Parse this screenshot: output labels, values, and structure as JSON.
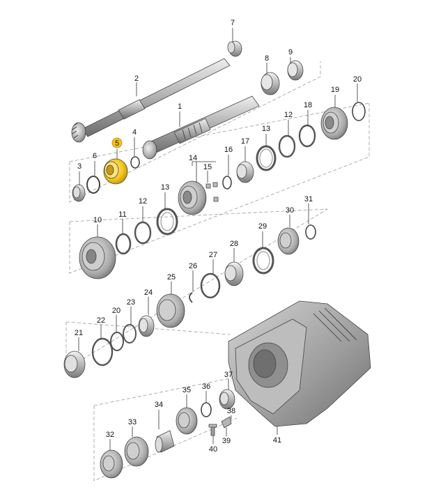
{
  "callouts": [
    {
      "id": "c1",
      "text": "1"
    },
    {
      "id": "c2",
      "text": "2"
    },
    {
      "id": "c3",
      "text": "3"
    },
    {
      "id": "c4",
      "text": "4"
    },
    {
      "id": "c5",
      "text": "5"
    },
    {
      "id": "c6",
      "text": "6"
    },
    {
      "id": "c7",
      "text": "7"
    },
    {
      "id": "c8",
      "text": "8"
    },
    {
      "id": "c9",
      "text": "9"
    },
    {
      "id": "c10",
      "text": "10"
    },
    {
      "id": "c11",
      "text": "11"
    },
    {
      "id": "c12",
      "text": "12"
    },
    {
      "id": "c12b",
      "text": "12"
    },
    {
      "id": "c13",
      "text": "13"
    },
    {
      "id": "c13b",
      "text": "13"
    },
    {
      "id": "c14",
      "text": "14"
    },
    {
      "id": "c15",
      "text": "15"
    },
    {
      "id": "c16",
      "text": "16"
    },
    {
      "id": "c17",
      "text": "17"
    },
    {
      "id": "c18",
      "text": "18"
    },
    {
      "id": "c19",
      "text": "19"
    },
    {
      "id": "c20",
      "text": "20"
    },
    {
      "id": "c20b",
      "text": "20"
    },
    {
      "id": "c21",
      "text": "21"
    },
    {
      "id": "c22",
      "text": "22"
    },
    {
      "id": "c23",
      "text": "23"
    },
    {
      "id": "c24",
      "text": "24"
    },
    {
      "id": "c25",
      "text": "25"
    },
    {
      "id": "c26",
      "text": "26"
    },
    {
      "id": "c27",
      "text": "27"
    },
    {
      "id": "c28",
      "text": "28"
    },
    {
      "id": "c29",
      "text": "29"
    },
    {
      "id": "c30",
      "text": "30"
    },
    {
      "id": "c31",
      "text": "31"
    },
    {
      "id": "c32",
      "text": "32"
    },
    {
      "id": "c33",
      "text": "33"
    },
    {
      "id": "c34",
      "text": "34"
    },
    {
      "id": "c35",
      "text": "35"
    },
    {
      "id": "c36",
      "text": "36"
    },
    {
      "id": "c37",
      "text": "37"
    },
    {
      "id": "c38",
      "text": "38"
    },
    {
      "id": "c39",
      "text": "39"
    },
    {
      "id": "c40",
      "text": "40"
    },
    {
      "id": "c41",
      "text": "41"
    }
  ],
  "highlight": {
    "part": "5",
    "color": "#f5c518"
  },
  "colors": {
    "metal": "#c9c9c9",
    "metal_dark": "#8c8c8c",
    "housing": "#a8a8a8",
    "line": "#333333"
  }
}
